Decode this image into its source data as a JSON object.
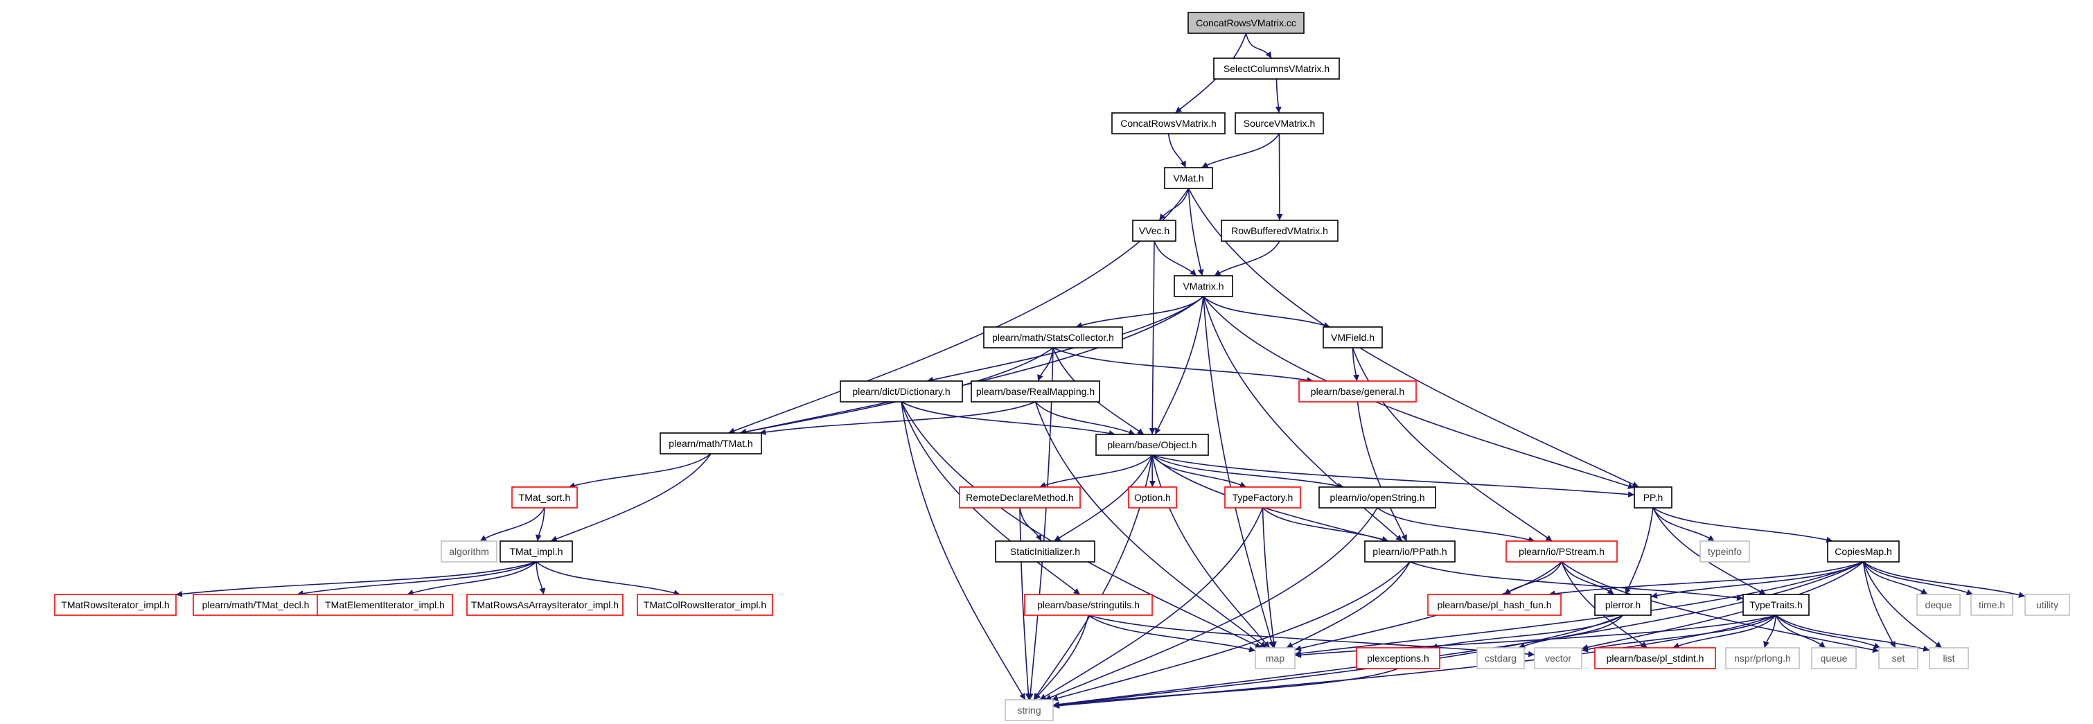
{
  "colors": {
    "edge": "#191970",
    "root_fill": "#bfbfbf",
    "node_border": "#000000",
    "incomplete_border": "#ff0000",
    "system_border": "#bfbfbf"
  },
  "diagram": {
    "nodes": [
      {
        "id": "ConcatRowsVMatrix_cc",
        "label": "ConcatRowsVMatrix.cc",
        "kind": "root"
      },
      {
        "id": "SelectColumnsVMatrix_h",
        "label": "SelectColumnsVMatrix.h",
        "kind": "normal"
      },
      {
        "id": "ConcatRowsVMatrix_h",
        "label": "ConcatRowsVMatrix.h",
        "kind": "normal"
      },
      {
        "id": "SourceVMatrix_h",
        "label": "SourceVMatrix.h",
        "kind": "normal"
      },
      {
        "id": "VMat_h",
        "label": "VMat.h",
        "kind": "normal"
      },
      {
        "id": "VVec_h",
        "label": "VVec.h",
        "kind": "normal"
      },
      {
        "id": "RowBufferedVMatrix_h",
        "label": "RowBufferedVMatrix.h",
        "kind": "normal"
      },
      {
        "id": "VMatrix_h",
        "label": "VMatrix.h",
        "kind": "normal"
      },
      {
        "id": "StatsCollector_h",
        "label": "plearn/math/StatsCollector.h",
        "kind": "normal"
      },
      {
        "id": "VMField_h",
        "label": "VMField.h",
        "kind": "normal"
      },
      {
        "id": "Dictionary_h",
        "label": "plearn/dict/Dictionary.h",
        "kind": "normal"
      },
      {
        "id": "RealMapping_h",
        "label": "plearn/base/RealMapping.h",
        "kind": "normal"
      },
      {
        "id": "general_h",
        "label": "plearn/base/general.h",
        "kind": "incomplete"
      },
      {
        "id": "TMat_h",
        "label": "plearn/math/TMat.h",
        "kind": "normal"
      },
      {
        "id": "Object_h",
        "label": "plearn/base/Object.h",
        "kind": "normal"
      },
      {
        "id": "PP_h",
        "label": "PP.h",
        "kind": "normal"
      },
      {
        "id": "TMat_sort_h",
        "label": "TMat_sort.h",
        "kind": "incomplete"
      },
      {
        "id": "RemoteDeclareMethod_h",
        "label": "RemoteDeclareMethod.h",
        "kind": "incomplete"
      },
      {
        "id": "Option_h",
        "label": "Option.h",
        "kind": "incomplete"
      },
      {
        "id": "TypeFactory_h",
        "label": "TypeFactory.h",
        "kind": "incomplete"
      },
      {
        "id": "openString_h",
        "label": "plearn/io/openString.h",
        "kind": "normal"
      },
      {
        "id": "algorithm",
        "label": "algorithm",
        "kind": "system"
      },
      {
        "id": "TMat_impl_h",
        "label": "TMat_impl.h",
        "kind": "normal"
      },
      {
        "id": "StaticInitializer_h",
        "label": "StaticInitializer.h",
        "kind": "normal"
      },
      {
        "id": "PPath_h",
        "label": "plearn/io/PPath.h",
        "kind": "normal"
      },
      {
        "id": "PStream_h",
        "label": "plearn/io/PStream.h",
        "kind": "incomplete"
      },
      {
        "id": "typeinfo",
        "label": "typeinfo",
        "kind": "system"
      },
      {
        "id": "CopiesMap_h",
        "label": "CopiesMap.h",
        "kind": "normal"
      },
      {
        "id": "TMatRowsIterator_impl_h",
        "label": "TMatRowsIterator_impl.h",
        "kind": "incomplete"
      },
      {
        "id": "TMat_decl_h",
        "label": "plearn/math/TMat_decl.h",
        "kind": "incomplete"
      },
      {
        "id": "TMatElementIterator_impl_h",
        "label": "TMatElementIterator_impl.h",
        "kind": "incomplete"
      },
      {
        "id": "TMatRowsAsArraysIterator_impl_h",
        "label": "TMatRowsAsArraysIterator_impl.h",
        "kind": "incomplete"
      },
      {
        "id": "TMatColRowsIterator_impl_h",
        "label": "TMatColRowsIterator_impl.h",
        "kind": "incomplete"
      },
      {
        "id": "stringutils_h",
        "label": "plearn/base/stringutils.h",
        "kind": "incomplete"
      },
      {
        "id": "pl_hash_fun_h",
        "label": "plearn/base/pl_hash_fun.h",
        "kind": "incomplete"
      },
      {
        "id": "plerror_h",
        "label": "plerror.h",
        "kind": "normal"
      },
      {
        "id": "TypeTraits_h",
        "label": "TypeTraits.h",
        "kind": "normal"
      },
      {
        "id": "deque",
        "label": "deque",
        "kind": "system"
      },
      {
        "id": "time_h",
        "label": "time.h",
        "kind": "system"
      },
      {
        "id": "utility",
        "label": "utility",
        "kind": "system"
      },
      {
        "id": "map",
        "label": "map",
        "kind": "system"
      },
      {
        "id": "plexceptions_h",
        "label": "plexceptions.h",
        "kind": "incomplete"
      },
      {
        "id": "cstdarg",
        "label": "cstdarg",
        "kind": "system"
      },
      {
        "id": "vector",
        "label": "vector",
        "kind": "system"
      },
      {
        "id": "pl_stdint_h",
        "label": "plearn/base/pl_stdint.h",
        "kind": "incomplete"
      },
      {
        "id": "nspr_prlong_h",
        "label": "nspr/prlong.h",
        "kind": "system"
      },
      {
        "id": "queue",
        "label": "queue",
        "kind": "system"
      },
      {
        "id": "set",
        "label": "set",
        "kind": "system"
      },
      {
        "id": "list",
        "label": "list",
        "kind": "system"
      },
      {
        "id": "string",
        "label": "string",
        "kind": "system"
      }
    ],
    "edges": [
      [
        "ConcatRowsVMatrix_cc",
        "ConcatRowsVMatrix_h"
      ],
      [
        "ConcatRowsVMatrix_cc",
        "SelectColumnsVMatrix_h"
      ],
      [
        "SelectColumnsVMatrix_h",
        "SourceVMatrix_h"
      ],
      [
        "ConcatRowsVMatrix_h",
        "VMat_h"
      ],
      [
        "SourceVMatrix_h",
        "VMat_h"
      ],
      [
        "SourceVMatrix_h",
        "RowBufferedVMatrix_h"
      ],
      [
        "VMat_h",
        "VVec_h"
      ],
      [
        "VMat_h",
        "VMatrix_h"
      ],
      [
        "VMat_h",
        "TMat_h"
      ],
      [
        "VMat_h",
        "PP_h"
      ],
      [
        "VVec_h",
        "VMatrix_h"
      ],
      [
        "VVec_h",
        "Object_h"
      ],
      [
        "RowBufferedVMatrix_h",
        "VMatrix_h"
      ],
      [
        "VMatrix_h",
        "StatsCollector_h"
      ],
      [
        "VMatrix_h",
        "VMField_h"
      ],
      [
        "VMatrix_h",
        "Dictionary_h"
      ],
      [
        "VMatrix_h",
        "TMat_h"
      ],
      [
        "VMatrix_h",
        "Object_h"
      ],
      [
        "VMatrix_h",
        "PP_h"
      ],
      [
        "VMatrix_h",
        "PPath_h"
      ],
      [
        "VMatrix_h",
        "map"
      ],
      [
        "StatsCollector_h",
        "RealMapping_h"
      ],
      [
        "StatsCollector_h",
        "general_h"
      ],
      [
        "StatsCollector_h",
        "TMat_h"
      ],
      [
        "StatsCollector_h",
        "Object_h"
      ],
      [
        "StatsCollector_h",
        "string"
      ],
      [
        "VMField_h",
        "general_h"
      ],
      [
        "VMField_h",
        "PStream_h"
      ],
      [
        "Dictionary_h",
        "Object_h"
      ],
      [
        "Dictionary_h",
        "stringutils_h"
      ],
      [
        "Dictionary_h",
        "map"
      ],
      [
        "Dictionary_h",
        "string"
      ],
      [
        "RealMapping_h",
        "TMat_h"
      ],
      [
        "RealMapping_h",
        "Object_h"
      ],
      [
        "RealMapping_h",
        "map"
      ],
      [
        "general_h",
        "PPath_h"
      ],
      [
        "TMat_h",
        "TMat_sort_h"
      ],
      [
        "TMat_h",
        "TMat_impl_h"
      ],
      [
        "Object_h",
        "RemoteDeclareMethod_h"
      ],
      [
        "Object_h",
        "Option_h"
      ],
      [
        "Object_h",
        "TypeFactory_h"
      ],
      [
        "Object_h",
        "openString_h"
      ],
      [
        "Object_h",
        "StaticInitializer_h"
      ],
      [
        "Object_h",
        "PP_h"
      ],
      [
        "Object_h",
        "PPath_h"
      ],
      [
        "Object_h",
        "map"
      ],
      [
        "Object_h",
        "string"
      ],
      [
        "PP_h",
        "typeinfo"
      ],
      [
        "PP_h",
        "CopiesMap_h"
      ],
      [
        "PP_h",
        "plerror_h"
      ],
      [
        "PP_h",
        "TypeTraits_h"
      ],
      [
        "TMat_sort_h",
        "algorithm"
      ],
      [
        "TMat_sort_h",
        "TMat_impl_h"
      ],
      [
        "RemoteDeclareMethod_h",
        "StaticInitializer_h"
      ],
      [
        "RemoteDeclareMethod_h",
        "string"
      ],
      [
        "TypeFactory_h",
        "PPath_h"
      ],
      [
        "TypeFactory_h",
        "map"
      ],
      [
        "TypeFactory_h",
        "string"
      ],
      [
        "openString_h",
        "PStream_h"
      ],
      [
        "openString_h",
        "string"
      ],
      [
        "TMat_impl_h",
        "TMatRowsIterator_impl_h"
      ],
      [
        "TMat_impl_h",
        "TMat_decl_h"
      ],
      [
        "TMat_impl_h",
        "TMatElementIterator_impl_h"
      ],
      [
        "TMat_impl_h",
        "TMatRowsAsArraysIterator_impl_h"
      ],
      [
        "TMat_impl_h",
        "TMatColRowsIterator_impl_h"
      ],
      [
        "PPath_h",
        "map"
      ],
      [
        "PPath_h",
        "string"
      ],
      [
        "PPath_h",
        "TypeTraits_h"
      ],
      [
        "PStream_h",
        "pl_hash_fun_h"
      ],
      [
        "PStream_h",
        "plerror_h"
      ],
      [
        "PStream_h",
        "map"
      ],
      [
        "PStream_h",
        "pl_stdint_h"
      ],
      [
        "PStream_h",
        "set"
      ],
      [
        "CopiesMap_h",
        "pl_hash_fun_h"
      ],
      [
        "CopiesMap_h",
        "plerror_h"
      ],
      [
        "CopiesMap_h",
        "map"
      ],
      [
        "CopiesMap_h",
        "vector"
      ],
      [
        "CopiesMap_h",
        "deque"
      ],
      [
        "CopiesMap_h",
        "time_h"
      ],
      [
        "CopiesMap_h",
        "utility"
      ],
      [
        "CopiesMap_h",
        "set"
      ],
      [
        "CopiesMap_h",
        "list"
      ],
      [
        "CopiesMap_h",
        "string"
      ],
      [
        "stringutils_h",
        "map"
      ],
      [
        "stringutils_h",
        "vector"
      ],
      [
        "stringutils_h",
        "string"
      ],
      [
        "plerror_h",
        "plexceptions_h"
      ],
      [
        "plerror_h",
        "cstdarg"
      ],
      [
        "plerror_h",
        "string"
      ],
      [
        "TypeTraits_h",
        "vector"
      ],
      [
        "TypeTraits_h",
        "pl_stdint_h"
      ],
      [
        "TypeTraits_h",
        "nspr_prlong_h"
      ],
      [
        "TypeTraits_h",
        "queue"
      ],
      [
        "TypeTraits_h",
        "set"
      ],
      [
        "TypeTraits_h",
        "list"
      ],
      [
        "TypeTraits_h",
        "map"
      ],
      [
        "TypeTraits_h",
        "string"
      ],
      [
        "plexceptions_h",
        "string"
      ]
    ]
  }
}
